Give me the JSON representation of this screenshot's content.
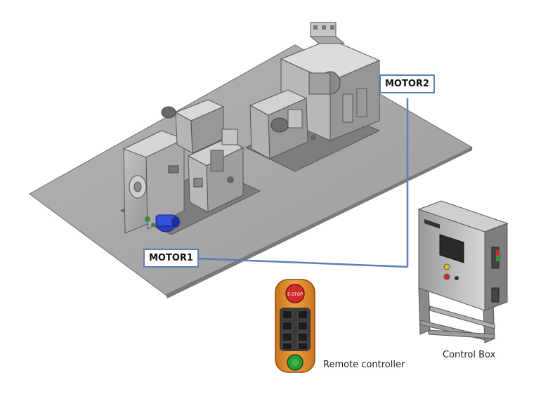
{
  "labels": {
    "motor1": "MOTOR1",
    "motor2": "MOTOR2",
    "remote": "Remote controller",
    "control_box": "Control Box"
  },
  "remote": {
    "estop_text": "E-STOP"
  },
  "icons": {
    "remote": "pendant-remote-icon",
    "control_box": "electrical-cabinet-icon",
    "motor": "industrial-motor-icon"
  },
  "colors": {
    "callout_border": "#5b7fb6",
    "leader_line": "#5b7fb6",
    "floor_plate": "#a8a8a8",
    "remote_body": "#e8902e",
    "estop": "#d42a2a",
    "start_button": "#2f9a3a",
    "motor1_accent": "#2a3fc0"
  }
}
